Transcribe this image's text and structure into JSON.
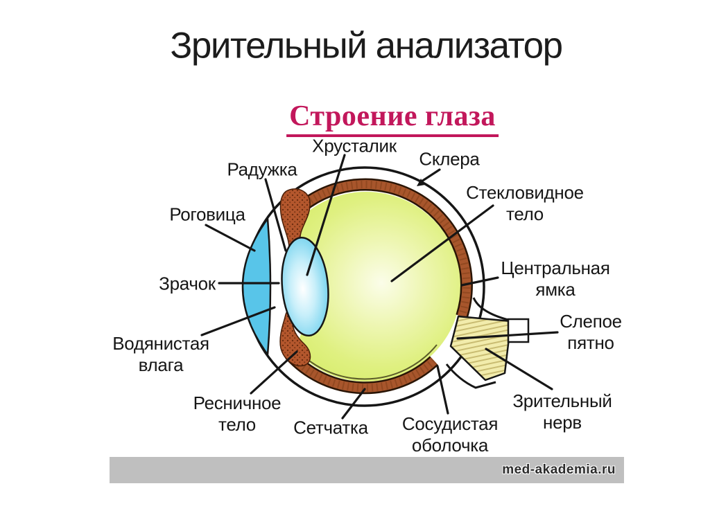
{
  "slide": {
    "title": "Зрительный анализатор",
    "subtitle": "Строение глаза",
    "watermark": "med-akademia.ru"
  },
  "labels": {
    "hrustalik": [
      "Хрусталик"
    ],
    "raduzhka": [
      "Радужка"
    ],
    "sklera": [
      "Склера"
    ],
    "steklovidnoe": [
      "Стекловидное",
      "тело"
    ],
    "centralnaya": [
      "Центральная",
      "ямка"
    ],
    "slepoe": [
      "Слепое",
      "пятно"
    ],
    "zritelny": [
      "Зрительный",
      "нерв"
    ],
    "rogovitsa": [
      "Роговица"
    ],
    "zrachok": [
      "Зрачок"
    ],
    "vodyanistaya": [
      "Водянистая",
      "влага"
    ],
    "resnichnoe": [
      "Ресничное",
      "тело"
    ],
    "setchatka": [
      "Сетчатка"
    ],
    "sosudistaya": [
      "Сосудистая",
      "оболочка"
    ]
  },
  "colors": {
    "subtitle_accent": "#C2175B",
    "outline": "#161616",
    "choroid": "#A8562C",
    "vitreous": "#D9ED72",
    "cornea": "#58C5E9",
    "lens": "#8FDCF2",
    "iris": "#B4572D",
    "optic_nerve": "#F2ECAC",
    "watermark_bar": "#BFBFBF"
  }
}
